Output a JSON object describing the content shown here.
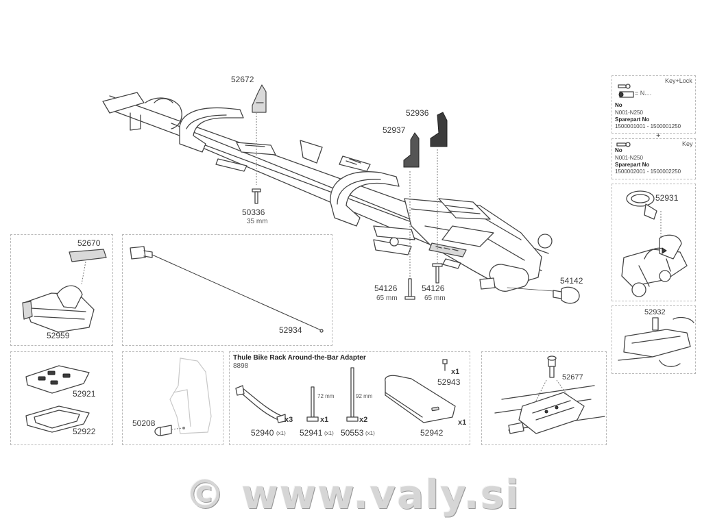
{
  "parts": {
    "p52672": "52672",
    "p52936": "52936",
    "p52937": "52937",
    "p50336": "50336",
    "p50336_len": "35 mm",
    "p54126a": "54126",
    "p54126a_len": "65 mm",
    "p54126b": "54126",
    "p54126b_len": "65 mm",
    "p54142": "54142",
    "p52670": "52670",
    "p52959": "52959",
    "p52934": "52934",
    "p52921": "52921",
    "p52922": "52922",
    "p50208": "50208",
    "p52940": "52940",
    "p52940_qty": "x3",
    "p52940_sub": "(x1)",
    "p52941": "52941",
    "p52941_qty": "x1",
    "p52941_sub": "(x1)",
    "p52941_len": "72 mm",
    "p50553": "50553",
    "p50553_qty": "x2",
    "p50553_sub": "(x1)",
    "p50553_len": "92 mm",
    "p52943": "52943",
    "p52943_qty": "x1",
    "p52942": "52942",
    "p52942_qty": "x1",
    "p52677": "52677",
    "p52931": "52931",
    "p52932": "52932"
  },
  "adapter": {
    "title": "Thule Bike Rack Around-the-Bar Adapter",
    "code": "8898"
  },
  "keylock": {
    "header": "Key+Lock",
    "eq": "= N....",
    "no_label": "No",
    "no_range": "N001-N250",
    "spare_label": "Sparepart No",
    "spare_range": "1500001001 - 1500001250"
  },
  "plus": "+",
  "key": {
    "header": "Key",
    "no_label": "No",
    "no_range": "N001-N250",
    "spare_label": "Sparepart No",
    "spare_range": "1500002001 - 1500002250"
  },
  "watermark": "© www.valy.si"
}
